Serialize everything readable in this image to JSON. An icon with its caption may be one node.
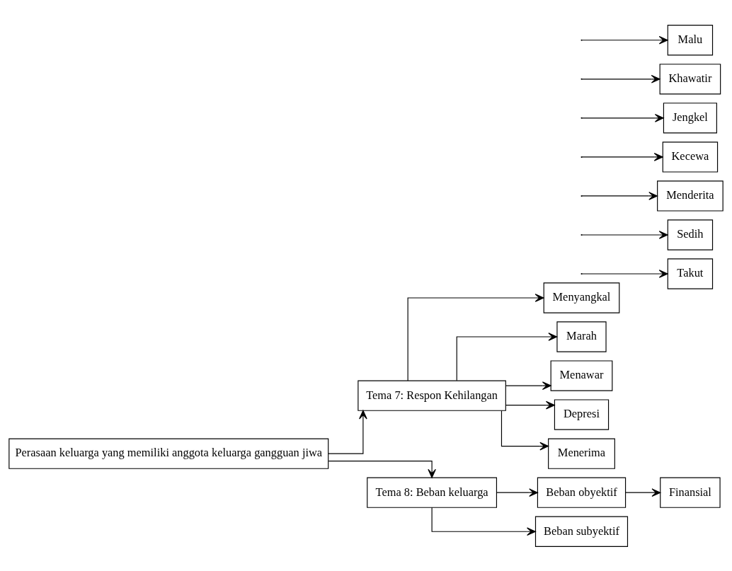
{
  "diagram": {
    "nodes": [
      {
        "text": [
          "Perasaan keluarga yang memiliki anggota keluarga gangguan jiwa"
        ]
      },
      {
        "text": [
          "Tema 7: Respon Kehilangan"
        ]
      },
      {
        "text": [
          "Tema 8: Beban keluarga"
        ]
      },
      {
        "text": [
          "Menyangkal"
        ]
      },
      {
        "text": [
          "Marah"
        ]
      },
      {
        "text": [
          "Menawar"
        ]
      },
      {
        "text": [
          "Depresi"
        ]
      },
      {
        "text": [
          "Menerima"
        ]
      },
      {
        "text": [
          "Beban obyektif"
        ]
      },
      {
        "text": [
          "Beban subyektif"
        ]
      },
      {
        "text": [
          "Finansial"
        ]
      },
      {
        "text": [
          "Takut"
        ]
      },
      {
        "text": [
          "Sedih"
        ]
      },
      {
        "text": [
          "Menderita"
        ]
      },
      {
        "text": [
          "Kecewa"
        ]
      },
      {
        "text": [
          "Jengkel"
        ]
      },
      {
        "text": [
          "Khawatir"
        ]
      },
      {
        "text": [
          "Malu"
        ]
      }
    ],
    "edges": [
      {
        "from": 0,
        "to": 1,
        "arrow": "to"
      },
      {
        "from": 0,
        "to": 2,
        "arrow": "to"
      },
      {
        "from": 1,
        "to": 3,
        "arrow": "to"
      },
      {
        "from": 1,
        "to": 4,
        "arrow": "to"
      },
      {
        "from": 1,
        "to": 5,
        "arrow": "to"
      },
      {
        "from": 1,
        "to": 6,
        "arrow": "to"
      },
      {
        "from": 1,
        "to": 7,
        "arrow": "to"
      },
      {
        "from": 2,
        "to": 8,
        "arrow": "to"
      },
      {
        "from": 2,
        "to": 9,
        "arrow": "to"
      },
      {
        "from": 8,
        "to": 10,
        "arrow": "to"
      },
      {
        "from": null,
        "to": 11,
        "arrow": "to"
      },
      {
        "from": null,
        "to": 12,
        "arrow": "to"
      },
      {
        "from": null,
        "to": 13,
        "arrow": "to"
      },
      {
        "from": null,
        "to": 14,
        "arrow": "to"
      },
      {
        "from": null,
        "to": 15,
        "arrow": "to"
      },
      {
        "from": null,
        "to": 16,
        "arrow": "to"
      },
      {
        "from": null,
        "to": 17,
        "arrow": "to"
      }
    ]
  }
}
